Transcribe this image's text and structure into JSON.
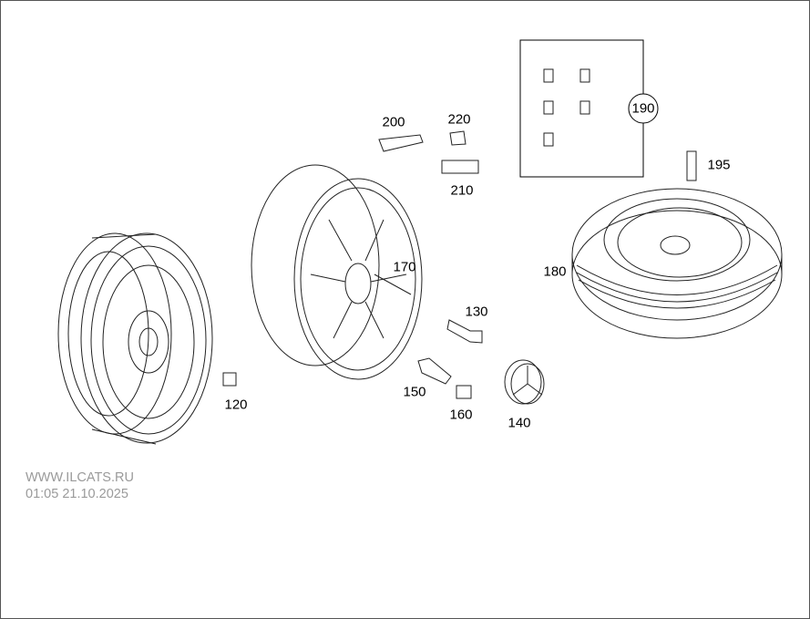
{
  "callouts": {
    "p120": "120",
    "p130": "130",
    "p140": "140",
    "p150": "150",
    "p160": "160",
    "p170": "170",
    "p180": "180",
    "p190": "190",
    "p195": "195",
    "p200": "200",
    "p210": "210",
    "p220": "220"
  },
  "watermark": {
    "site": "WWW.ILCATS.RU",
    "timestamp": "01:05 21.10.2025"
  }
}
